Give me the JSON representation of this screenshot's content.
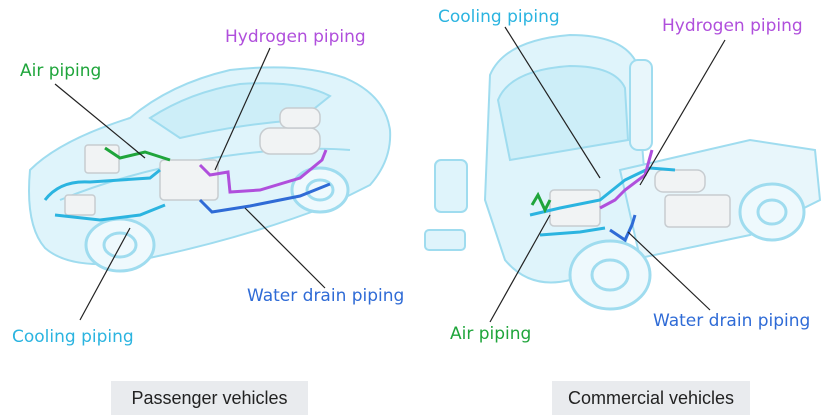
{
  "colors": {
    "cooling": "#2bb4e0",
    "air": "#1fa53b",
    "hydrogen": "#b04fdc",
    "water": "#2f6bd6",
    "body": "#9fdcef",
    "body_fill": "#dff4fb",
    "leader": "#222222",
    "caption_bg": "#e9ebee"
  },
  "passenger": {
    "caption": "Passenger vehicles",
    "labels": {
      "air": "Air piping",
      "hydrogen": "Hydrogen piping",
      "water": "Water drain piping",
      "cooling": "Cooling piping"
    }
  },
  "commercial": {
    "caption": "Commercial vehicles",
    "labels": {
      "cooling": "Cooling piping",
      "hydrogen": "Hydrogen piping",
      "air": "Air piping",
      "water": "Water drain piping"
    }
  }
}
